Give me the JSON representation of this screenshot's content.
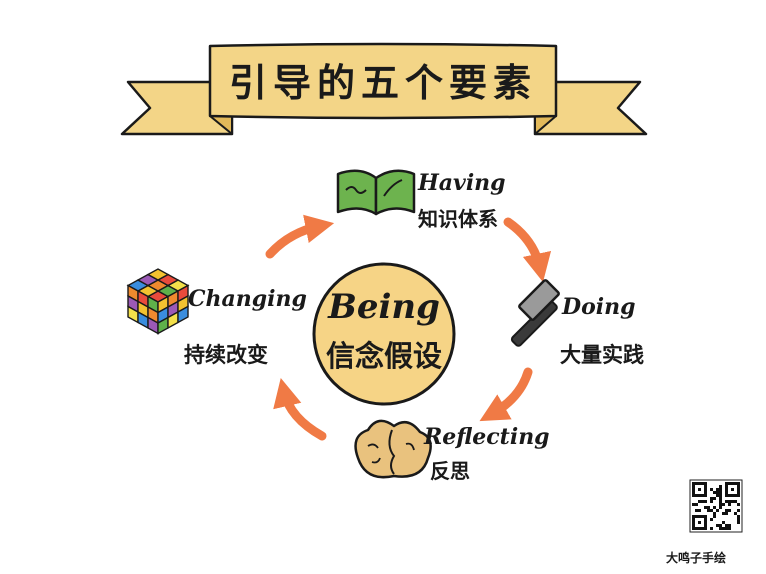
{
  "title": "引导的五个要素",
  "colors": {
    "ribbon": "#F3D587",
    "ribbon_shade": "#E2B95A",
    "outline": "#1a1a1a",
    "center_circle": "#F6D486",
    "arrow": "#F07A45",
    "book": "#6DB34E",
    "brain": "#E9C27E"
  },
  "center": {
    "en": "Being",
    "zh": "信念假设"
  },
  "elements": [
    {
      "key": "having",
      "en": "Having",
      "zh": "知识体系",
      "icon": "open-book-icon"
    },
    {
      "key": "doing",
      "en": "Doing",
      "zh": "大量实践",
      "icon": "hammer-icon"
    },
    {
      "key": "reflecting",
      "en": "Reflecting",
      "zh": "反思",
      "icon": "brain-icon"
    },
    {
      "key": "changing",
      "en": "Changing",
      "zh": "持续改变",
      "icon": "rubiks-cube-icon"
    }
  ],
  "signature": "大鸣子手绘"
}
